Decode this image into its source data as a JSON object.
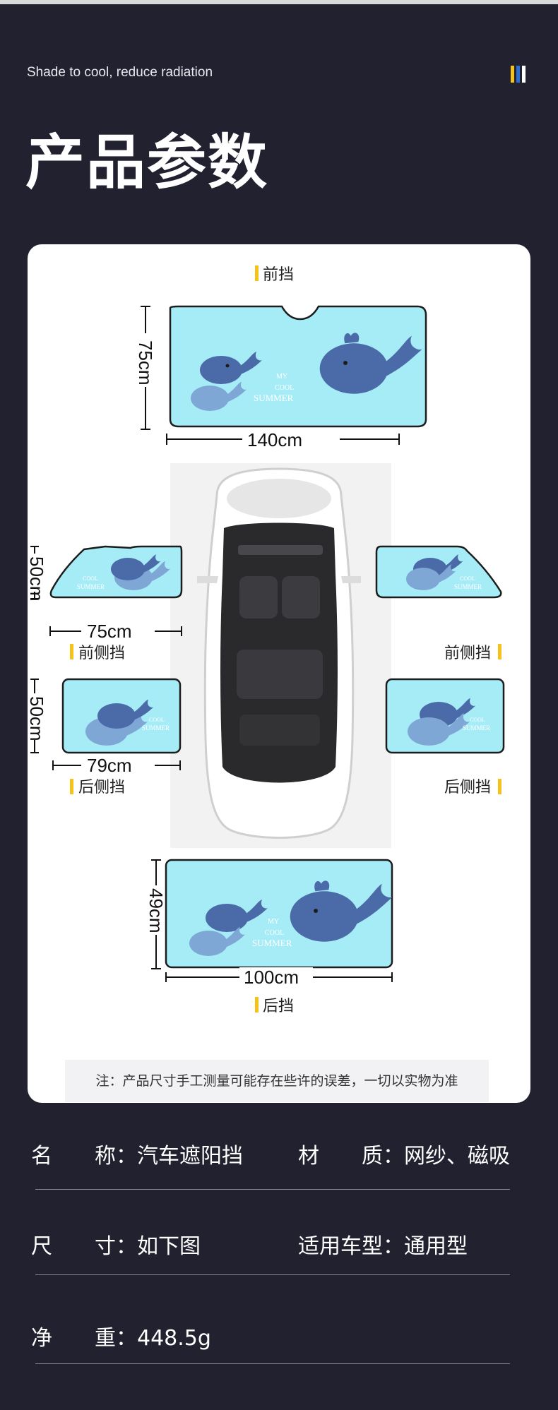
{
  "header": {
    "tagline": "Shade to cool, reduce radiation",
    "title": "产品参数",
    "accent_colors": [
      "#f4c21a",
      "#2b6fd4",
      "#ffffff"
    ]
  },
  "diagram": {
    "front": {
      "label": "前挡",
      "height": "75cm",
      "width": "140cm"
    },
    "front_side_left": {
      "label": "前侧挡",
      "height": "50cm",
      "width": "75cm"
    },
    "front_side_right": {
      "label": "前侧挡"
    },
    "rear_side_left": {
      "label": "后侧挡",
      "height": "50cm",
      "width": "79cm"
    },
    "rear_side_right": {
      "label": "后侧挡"
    },
    "rear": {
      "label": "后挡",
      "height": "49cm",
      "width": "100cm"
    },
    "print_text": [
      "MY",
      "COOL",
      "SUMMER"
    ],
    "shade_color": "#a6ecf7",
    "whale_color": "#4b6aa8",
    "label_bar_color": "#f4c21a"
  },
  "note": "注：产品尺寸手工测量可能存在些许的误差，一切以实物为准",
  "specs": {
    "name_key": "名　　称：",
    "name_value": "汽车遮阳挡",
    "material_key": "材　　质：",
    "material_value": "网纱、磁吸",
    "size_key": "尺　　寸：",
    "size_value": "如下图",
    "car_key": "适用车型：",
    "car_value": "通用型",
    "weight_key": "净　　重：",
    "weight_value": "448.5g"
  }
}
